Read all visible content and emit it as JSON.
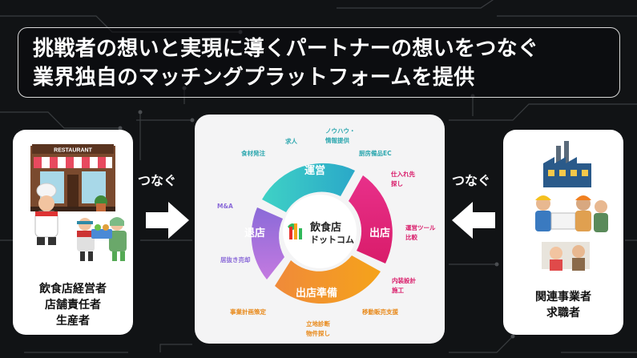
{
  "headline": {
    "line1": "挑戦者の想いと実現に導くパートナーの想いをつなぐ",
    "line2": "業界独自のマッチングプラットフォームを提供"
  },
  "left": {
    "sign": "RESTAURANT",
    "labels": [
      "飲食店経営者",
      "店舗責任者",
      "生産者"
    ]
  },
  "right": {
    "labels": [
      "関連事業者",
      "求職者"
    ]
  },
  "connect_left": "つなぐ",
  "connect_right": "つなぐ",
  "logo": {
    "line1": "飲食店",
    "line2": "ドットコム"
  },
  "cycle": {
    "top": "運営",
    "right": "出店",
    "bottom": "出店準備",
    "left": "退店"
  },
  "services": {
    "food_order": "食材発注",
    "jobs": "求人",
    "knowhow_1": "ノウハウ・",
    "knowhow_2": "情報提供",
    "kitchen": "厨房備品EC",
    "supplier_1": "仕入れ先",
    "supplier_2": "探し",
    "tools_1": "運営ツール",
    "tools_2": "比較",
    "interior_1": "内装設計",
    "interior_2": "施工",
    "mobile": "移動販売支援",
    "location_1": "立地診断",
    "location_2": "物件探し",
    "business_plan": "事業計画策定",
    "ma": "M&A",
    "lease": "居抜き売却"
  },
  "colors": {
    "teal": "#2fbfc4",
    "magenta": "#e0257a",
    "orange": "#f08c1c",
    "purple": "#9b6ad6"
  }
}
